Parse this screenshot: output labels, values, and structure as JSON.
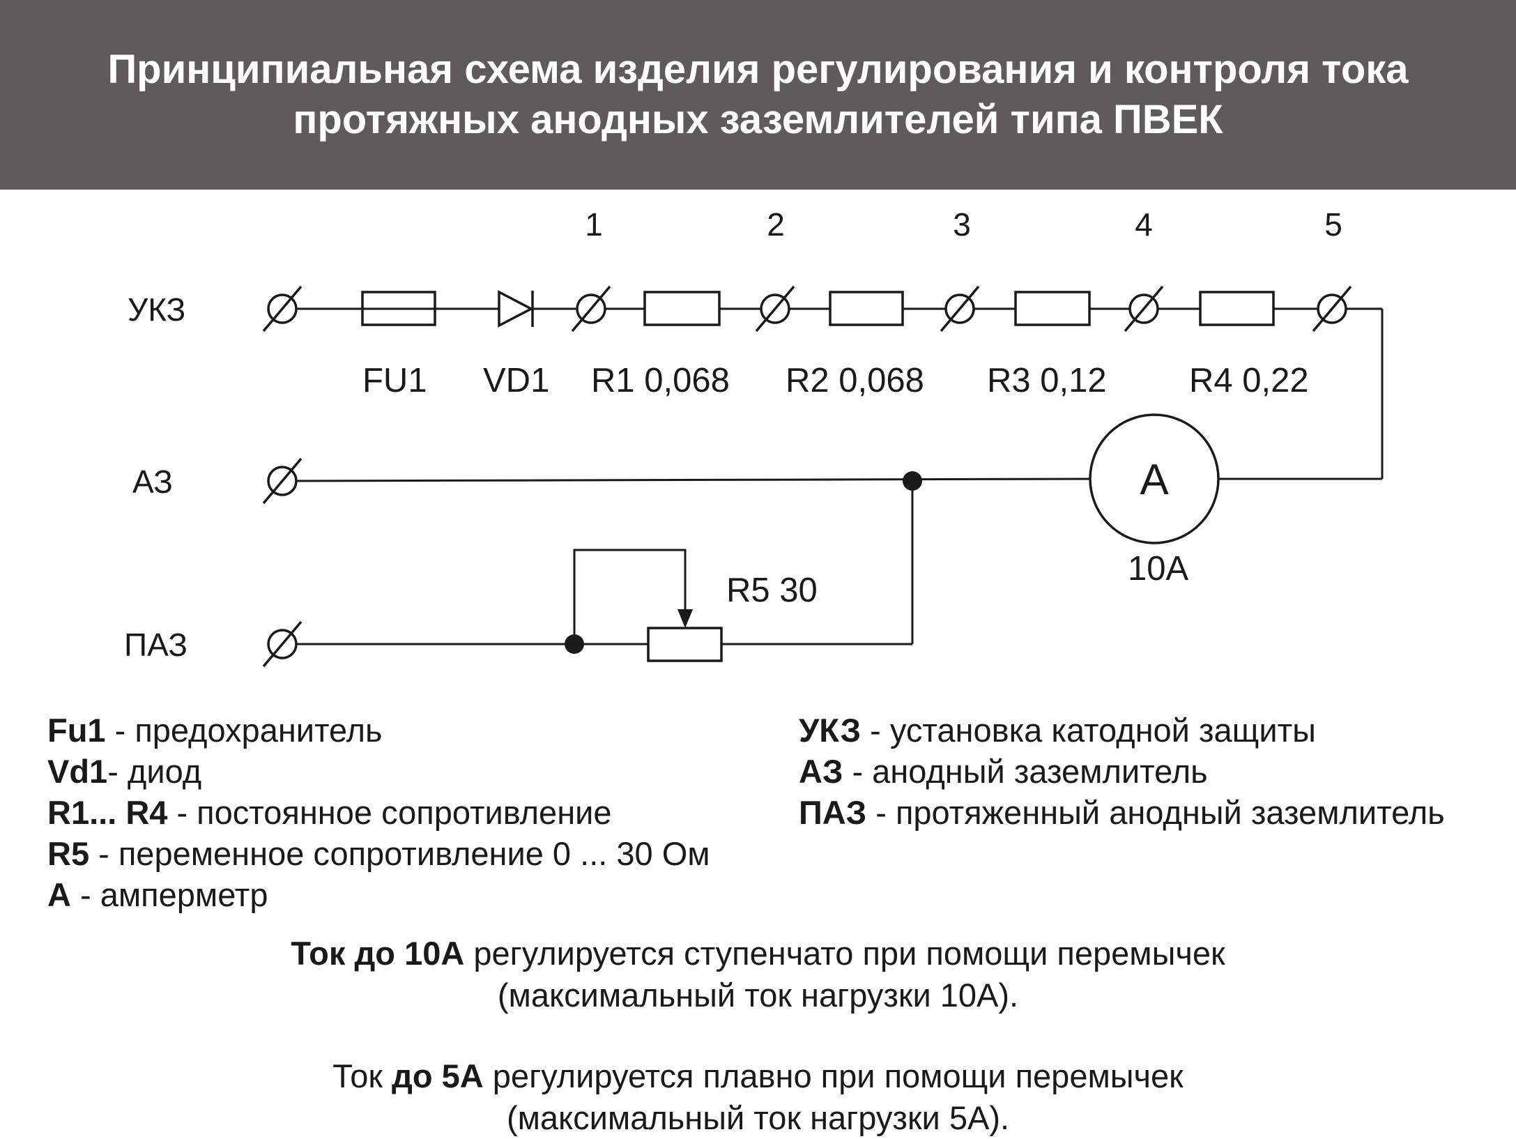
{
  "title": {
    "line1": "Принципиальная схема изделия регулирования и контроля тока",
    "line2": "протяжных анодных заземлителей типа ПВЕК"
  },
  "diagram": {
    "terminal_numbers": [
      "1",
      "2",
      "3",
      "4",
      "5"
    ],
    "terminals": {
      "ukz": "УКЗ",
      "az": "АЗ",
      "paz": "ПАЗ"
    },
    "components": {
      "fu1": "FU1",
      "vd1": "VD1",
      "r1": "R1 0,068",
      "r2": "R2 0,068",
      "r3": "R3 0,12",
      "r4": "R4 0,22",
      "r5": "R5 30",
      "ammeter_symbol": "A",
      "ammeter_rating": "10A"
    }
  },
  "legend_left": [
    {
      "key": "Fu1",
      "desc": " - предохранитель"
    },
    {
      "key": "Vd1",
      "desc": "- диод"
    },
    {
      "key": "R1... R4",
      "desc": " - постоянное сопротивление"
    },
    {
      "key": "R5",
      "desc": " - переменное сопротивление 0 ... 30 Ом"
    },
    {
      "key": "А",
      "desc": " - амперметр"
    }
  ],
  "legend_right": [
    {
      "key": "УКЗ",
      "desc": " - установка катодной защиты"
    },
    {
      "key": "АЗ",
      "desc": " - анодный заземлитель"
    },
    {
      "key": "ПАЗ",
      "desc": " - протяженный анодный заземлитель"
    }
  ],
  "notes": {
    "n1_bold": "Ток до 10А",
    "n1_text": " регулируется  ступенчато  при помощи перемычек",
    "n1_line2": "(максимальный ток нагрузки 10А).",
    "n2_plain": "Ток ",
    "n2_bold": "до 5А",
    "n2_text": " регулируется  плавно  при помощи перемычек",
    "n2_line2": "(максимальный ток нагрузки 5А)."
  }
}
